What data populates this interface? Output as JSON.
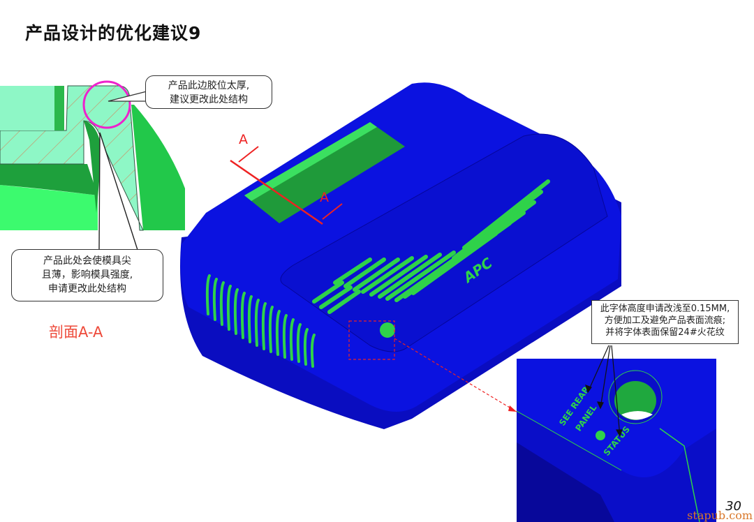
{
  "slide": {
    "title": "产品设计的优化建议9",
    "page_number": "30",
    "watermark": "stapub.com"
  },
  "callouts": {
    "thick_wall": {
      "line1": "产品此边胶位太厚,",
      "line2": "建议更改此处结构"
    },
    "sharp_mold": {
      "line1": "产品此处会使模具尖",
      "line2": "且薄，影响模具强度,",
      "line3": "申请更改此处结构"
    },
    "text_height": {
      "line1": "此字体高度申请改浅至0.15MM,",
      "line2": "方便加工及避免产品表面流痕;",
      "line3": "并将字体表面保留24#火花纹"
    }
  },
  "section": {
    "label": "剖面A-A",
    "marker_top": "A",
    "marker_bottom": "A"
  },
  "product": {
    "logo": "APC",
    "detail_labels": {
      "see_rear": "SEE REAR",
      "panel": "PANEL",
      "status": "STATUS"
    }
  },
  "colors": {
    "body_blue": "#0a10d8",
    "feature_green": "#2fd24a",
    "section_light": "#8ef7c6",
    "highlight_circle": "#ee22cc",
    "annotation_red": "#ee2222"
  }
}
